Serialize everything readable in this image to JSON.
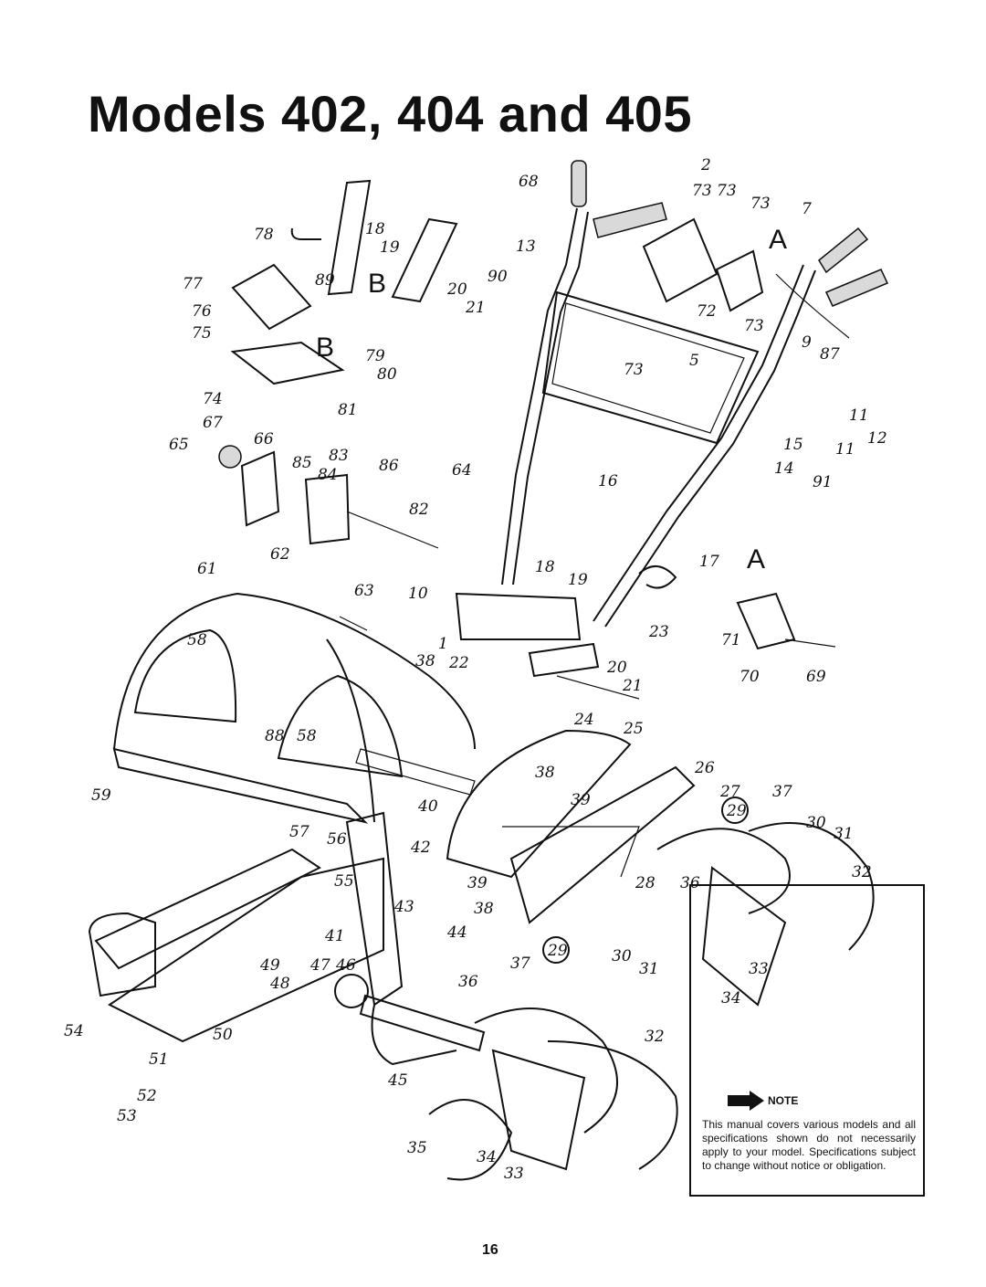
{
  "title": "Models 402, 404 and 405",
  "callouts": [
    "2",
    "68",
    "73",
    "73",
    "73",
    "7",
    "13",
    "90",
    "72",
    "73",
    "5",
    "73",
    "9",
    "87",
    "11",
    "12",
    "11",
    "15",
    "14",
    "91",
    "16",
    "17",
    "78",
    "18",
    "19",
    "77",
    "89",
    "20",
    "21",
    "76",
    "75",
    "79",
    "80",
    "74",
    "81",
    "67",
    "66",
    "65",
    "85",
    "83",
    "84",
    "86",
    "82",
    "64",
    "61",
    "62",
    "63",
    "10",
    "18",
    "19",
    "58",
    "22",
    "38",
    "1",
    "20",
    "21",
    "23",
    "71",
    "70",
    "69",
    "88",
    "58",
    "24",
    "25",
    "59",
    "40",
    "38",
    "39",
    "26",
    "27",
    "37",
    "30",
    "31",
    "57",
    "56",
    "42",
    "55",
    "39",
    "28",
    "36",
    "32",
    "43",
    "38",
    "41",
    "44",
    "49",
    "47",
    "46",
    "48",
    "37",
    "30",
    "31",
    "33",
    "54",
    "36",
    "34",
    "50",
    "32",
    "51",
    "45",
    "52",
    "53",
    "35",
    "34",
    "33"
  ],
  "markers": {
    "a1": "A",
    "a2": "A",
    "b1": "B",
    "b2": "B",
    "circ1": "29",
    "circ2": "29"
  },
  "note": {
    "label": "NOTE",
    "text": "This manual covers various models and all specifications shown do not necessarily apply to your model. Specifications subject to change without notice or obligation."
  },
  "page_number": "16"
}
